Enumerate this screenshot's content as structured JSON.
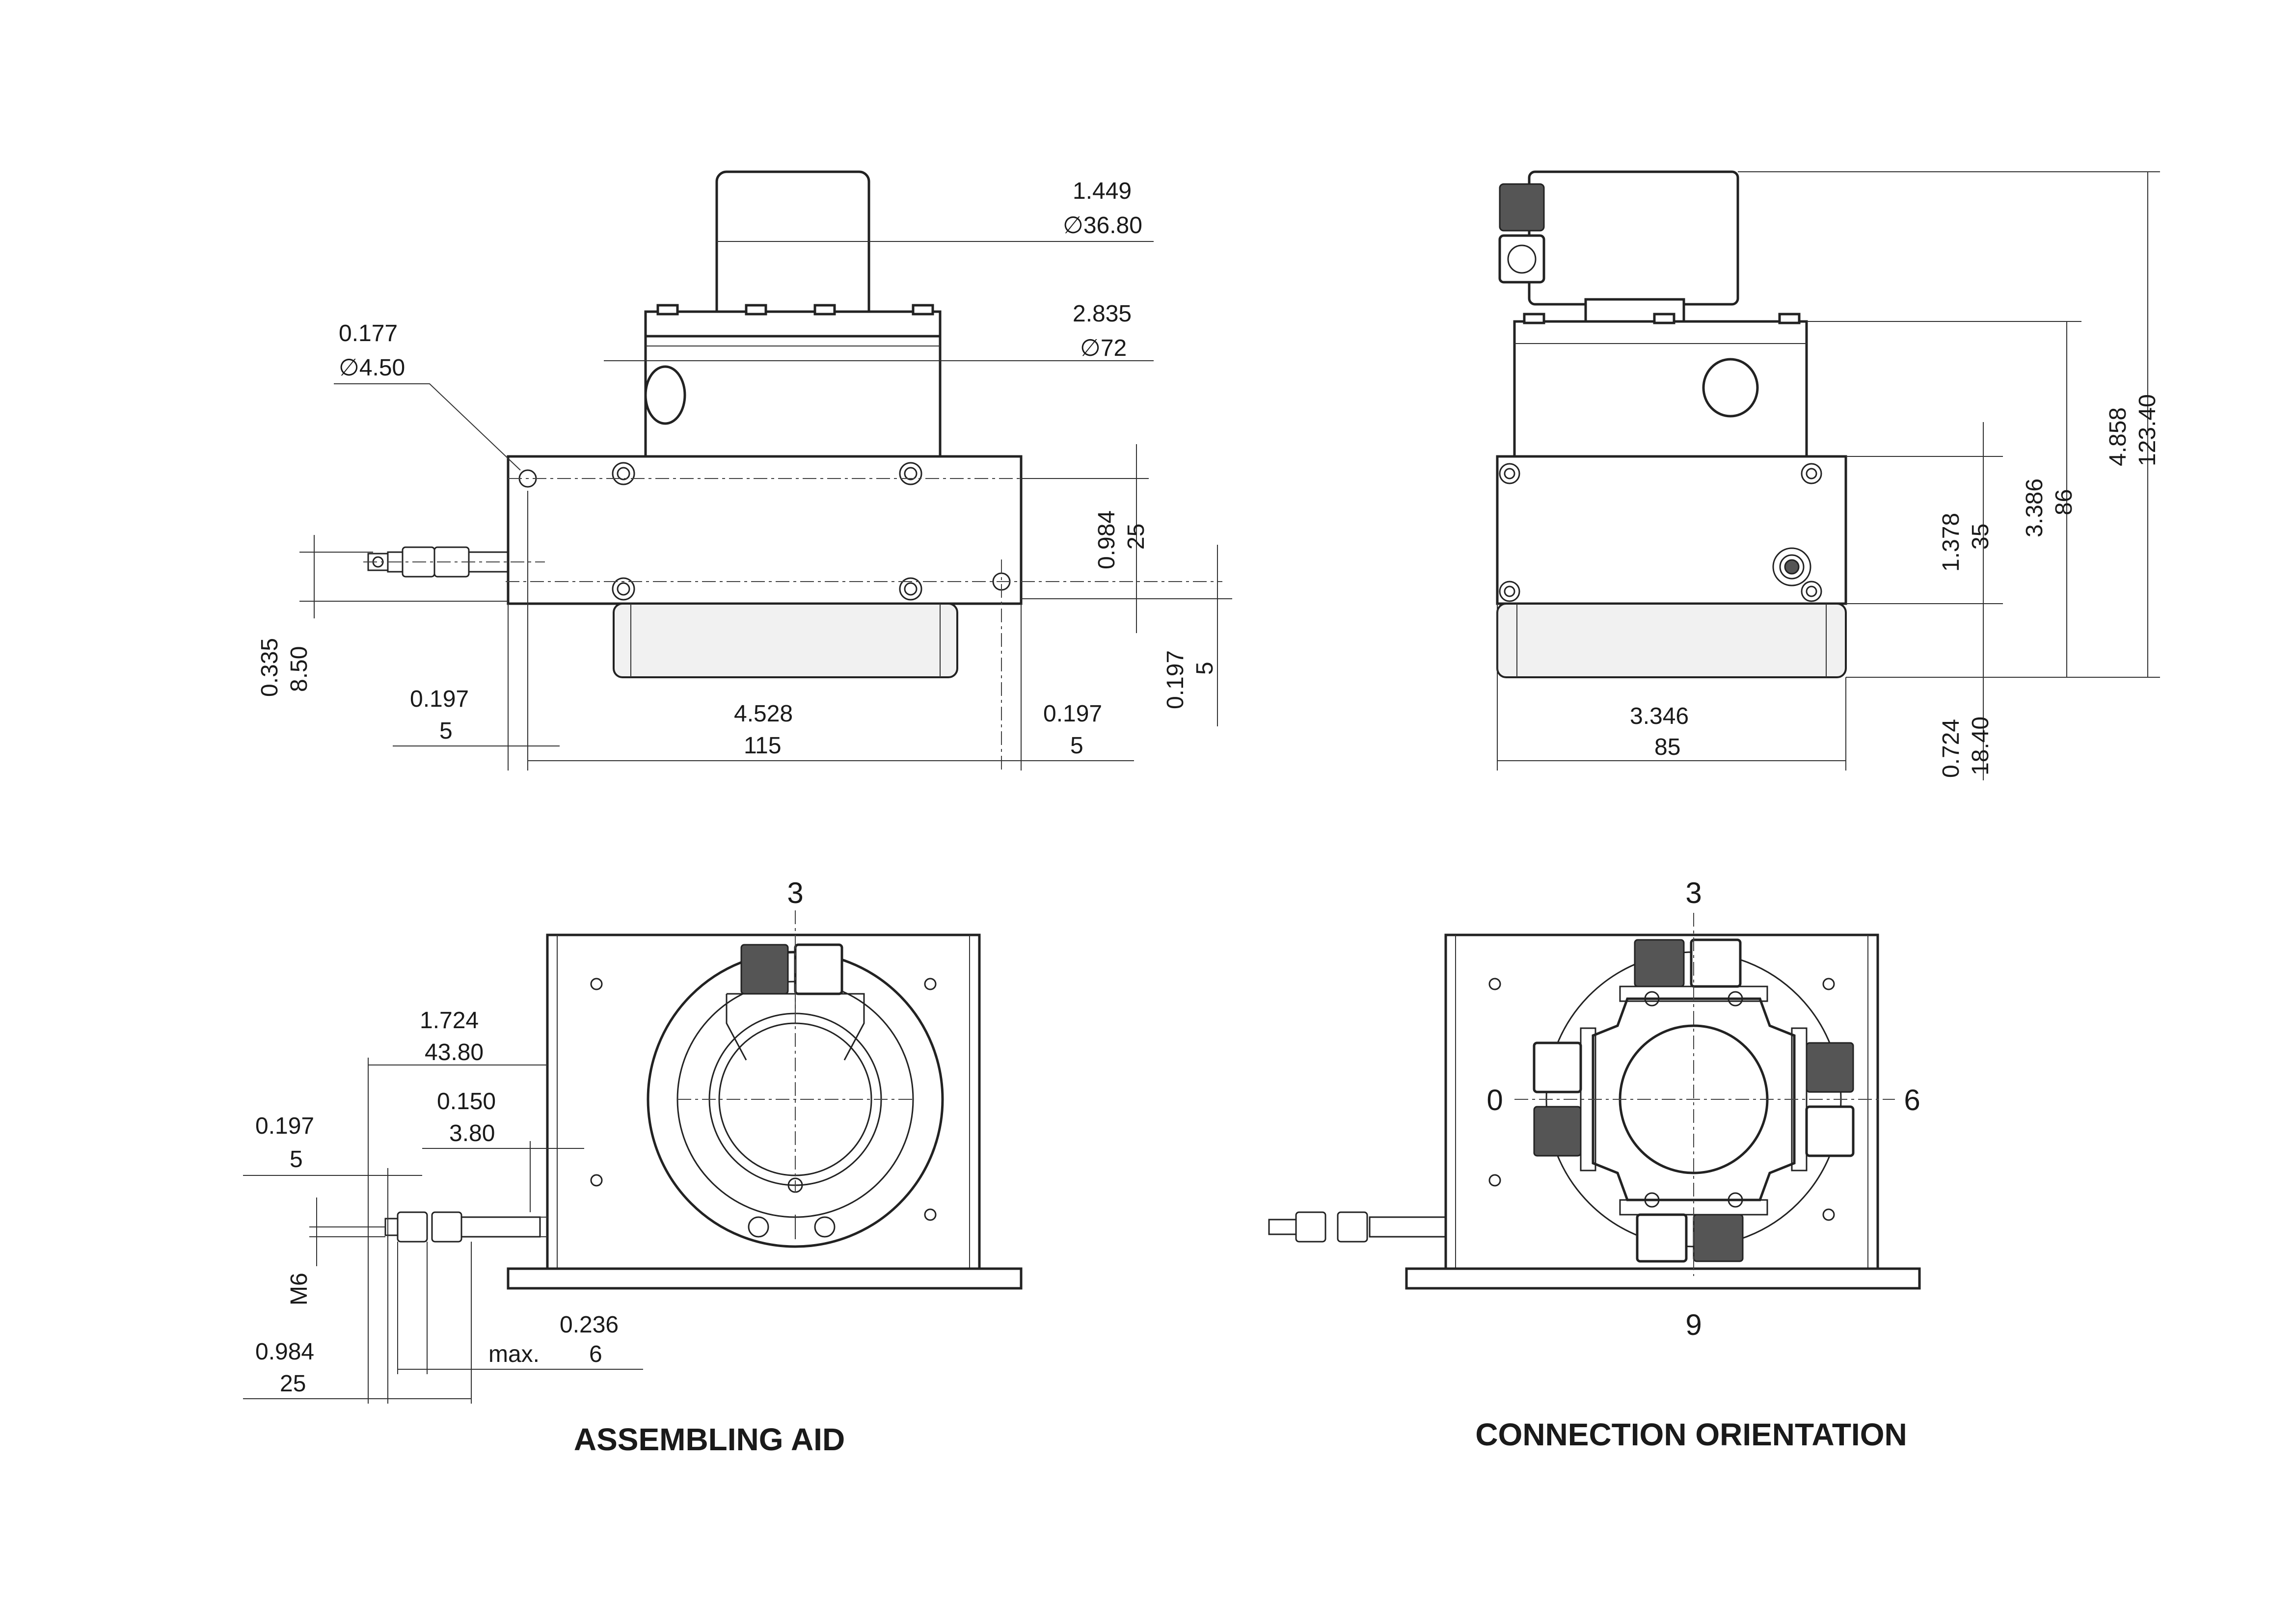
{
  "side_view": {
    "hole": {
      "inch": "0.177",
      "mm": "∅4.50"
    },
    "motor_dia": {
      "inch": "1.449",
      "mm": "∅36.80"
    },
    "flange_dia": {
      "inch": "2.835",
      "mm": "∅72"
    },
    "left_margin": {
      "inch": "0.197",
      "mm": "5"
    },
    "base_length": {
      "inch": "4.528",
      "mm": "115"
    },
    "right_margin": {
      "inch": "0.197",
      "mm": "5"
    },
    "plate_height": {
      "inch": "0.984",
      "mm": "25"
    },
    "hole_offset": {
      "inch": "0.197",
      "mm": "5"
    },
    "fitting_height": {
      "inch": "0.335",
      "mm": "8.50"
    }
  },
  "end_view": {
    "width": {
      "inch": "3.346",
      "mm": "85"
    },
    "plate_height": {
      "inch": "1.378",
      "mm": "35"
    },
    "body_height": {
      "inch": "3.386",
      "mm": "86"
    },
    "total_height": {
      "inch": "4.858",
      "mm": "123.40"
    },
    "bottom_height": {
      "inch": "0.724",
      "mm": "18.40"
    }
  },
  "assembling_aid": {
    "title": "ASSEMBLING AID",
    "position_label": "3",
    "fitting_offset": {
      "inch": "1.724",
      "mm": "43.80"
    },
    "tube_offset": {
      "inch": "0.150",
      "mm": "3.80"
    },
    "nut_width": {
      "inch": "0.197",
      "mm": "5"
    },
    "thread": "M6",
    "fitting_length": {
      "inch": "0.984",
      "mm": "25"
    },
    "max_length": {
      "prefix": "max.",
      "inch": "0.236",
      "mm": "6"
    }
  },
  "connection_orientation": {
    "title": "CONNECTION ORIENTATION",
    "labels": {
      "top": "3",
      "left": "0",
      "right": "6",
      "bottom": "9"
    }
  }
}
